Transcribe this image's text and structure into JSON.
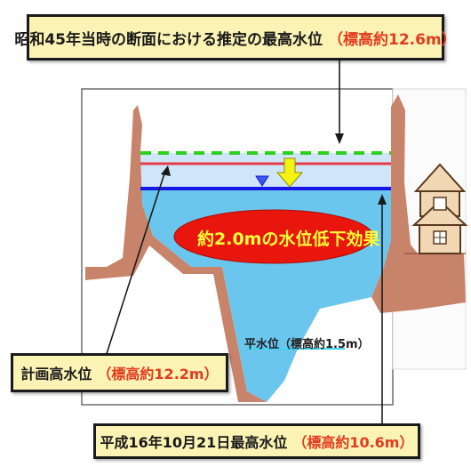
{
  "callouts": {
    "top": {
      "label": "昭和45年当時の断面における推定の最高水位",
      "value": "（標高約12.6m）"
    },
    "left": {
      "label": "計画高水位",
      "value": "（標高約12.2m）"
    },
    "bottom": {
      "label": "平成16年10月21日最高水位",
      "value": "（標高約10.6m）"
    }
  },
  "effect_label": "約2.0mの水位低下効果",
  "normal_water_label": "平水位（標高約1.5m）",
  "colors": {
    "callout_bg": "#fbf3b4",
    "value_red": "#e23b1f",
    "ellipse_red": "#e8160c",
    "effect_text": "#ffff3a",
    "water": "#6bc6ee",
    "earth": "#c8846a",
    "dashed_green": "#2bd21b",
    "planned_line": "#e53b4a",
    "flood_line": "#1717e8",
    "arrow_yellow": "#f4f410"
  },
  "icons": [
    "house-icon",
    "water-level-marker-icon",
    "down-arrow-icon"
  ]
}
